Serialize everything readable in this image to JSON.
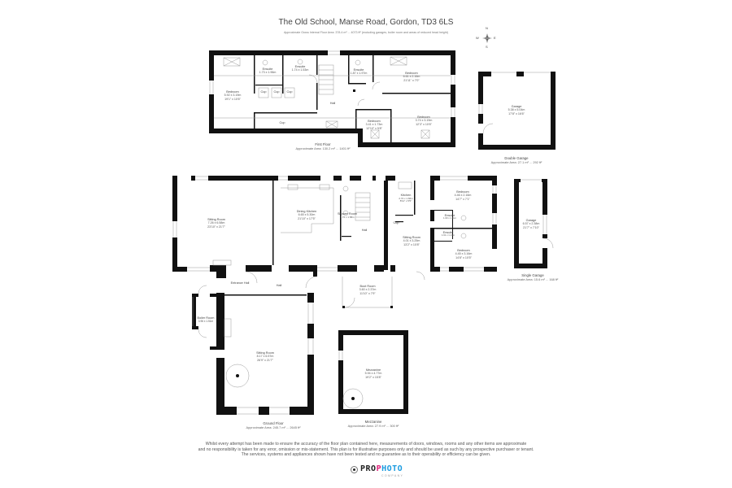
{
  "header": {
    "title": "The Old School, Manse Road, Gordon, TD3 6LS",
    "subtitle": "Approximate Gross Internal Floor Area: 378.4 m² ... 4073 ft² (excluding garages, boiler room and areas of reduced head height)"
  },
  "compass": {
    "n": "N",
    "e": "E",
    "s": "S",
    "w": "W"
  },
  "floors": {
    "first_floor": {
      "name": "First Floor",
      "area": "Approximate Area: 130.2 m² ... 1401 ft²"
    },
    "double_garage": {
      "name": "Double Garage",
      "area": "Approximate Area: 27.1 m² ... 292 ft²"
    },
    "single_garage": {
      "name": "Single Garage",
      "area": "Approximate Area: 15.6 m² ... 168 ft²"
    },
    "ground_floor": {
      "name": "Ground Floor",
      "area": "Approximate Area: 245.7 m² ... 2645 ft²"
    },
    "mezzanine": {
      "name": "Mezzanine",
      "area": "Approximate Area: 27.9 m² ... 300 ft²"
    }
  },
  "rooms": {
    "ff_bedroom_left": {
      "name": "Bedroom",
      "metric": "5.92 x 3.19m",
      "imperial": "19'1\" x 10'6\""
    },
    "ff_ensuite_1": {
      "name": "Ensuite",
      "metric": "1.73 x 1.96m",
      "imperial": "5'8\" x 6'5\""
    },
    "ff_ensuite_2": {
      "name": "Ensuite",
      "metric": "1.74 x 1.53m",
      "imperial": "5'9\" x 5'0\""
    },
    "ff_ensuite_3": {
      "name": "Ensuite",
      "metric": "1.87 x 1.97m",
      "imperial": "6'2\" x 6'6\""
    },
    "ff_cup_1": {
      "name": "Cup"
    },
    "ff_cup_2": {
      "name": "Cup"
    },
    "ff_cup_3": {
      "name": "Cup"
    },
    "ff_cup_4": {
      "name": "Cup"
    },
    "ff_hall": {
      "name": "Hall"
    },
    "ff_bedroom_right": {
      "name": "Bedroom",
      "metric": "6.61 x 2.16m",
      "imperial": "21'11\" x 7'0\""
    },
    "ff_bedroom_small": {
      "name": "Bedroom",
      "metric": "3.41 x 1.73m",
      "imperial": "12'10\" x 5'8\""
    },
    "ff_bedroom_br": {
      "name": "Bedroom",
      "metric": "3.74 x 3.19m",
      "imperial": "12'3\" x 10'6\""
    },
    "dg_garage": {
      "name": "Garage",
      "metric": "5.38 x 5.04m",
      "imperial": "17'8\" x 16'6\""
    },
    "gf_sitting_room": {
      "name": "Sitting Room",
      "metric": "7.26 x 6.58m",
      "imperial": "23'10\" x 21'7\""
    },
    "gf_dining_kitchen": {
      "name": "Dining Kitchen",
      "metric": "6.65 x 5.30m",
      "imperial": "21'10\" x 17'5\""
    },
    "gf_shower": {
      "name": "Shower Room",
      "metric": "1.72 x 1.58m",
      "imperial": "5'8\" x 5'2\""
    },
    "gf_hall_centre": {
      "name": "Hall"
    },
    "gf_kitchen": {
      "name": "Kitchen",
      "metric": "2.72 x 1.66m",
      "imperial": "8'11\" x 5'5\""
    },
    "gf_cup": {
      "name": "Cup"
    },
    "gf_sitting_room_2": {
      "name": "Sitting Room",
      "metric": "4.01 x 3.25m",
      "imperial": "13'2\" x 10'8\""
    },
    "gf_bedroom_a": {
      "name": "Bedroom",
      "metric": "4.46 x 2.16m",
      "imperial": "14'7\" x 7'1\""
    },
    "gf_ensuite_a": {
      "name": "Ensuite",
      "metric": "1.60 x 1.11m",
      "imperial": "5'3\" x 3'8\""
    },
    "gf_ensuite_b": {
      "name": "Ensuite",
      "metric": "1.61 x 1.13m",
      "imperial": "5'3\" x 3'8\""
    },
    "gf_bedroom_b": {
      "name": "Bedroom",
      "metric": "4.45 x 3.16m",
      "imperial": "14'8\" x 10'5\""
    },
    "sg_garage": {
      "name": "Garage",
      "metric": "6.57 x 2.38m",
      "imperial": "21'7\" x 7'10\""
    },
    "gf_entrance_hall": {
      "name": "Entrance Hall"
    },
    "gf_hall": {
      "name": "Hall"
    },
    "gf_boot_room": {
      "name": "Boot Room",
      "metric": "3.60 x 2.37m",
      "imperial": "11'10\" x 7'9\""
    },
    "gf_boiler_room": {
      "name": "Boiler Room",
      "metric": "3.96 x 1.51m",
      "imperial": "12'11\" x 4'11\""
    },
    "gf_sitting_room_3": {
      "name": "Sitting Room",
      "metric": "8.17 x 6.57m",
      "imperial": "26'9\" x 21'7\""
    },
    "mz_mezzanine": {
      "name": "Mezzanine",
      "metric": "5.94 x 4.77m",
      "imperial": "19'2\" x 15'8\""
    }
  },
  "disclaimer": {
    "line1": "Whilst every attempt has been made to ensure the accuracy of the floor plan contained here, measurements of doors, windows, rooms and any other items are approximate",
    "line2": "and no responsibility is taken for any error, omission or mis-statement. This plan is for illustrative purposes only and should be used as such by any prospective purchaser or tenant.",
    "line3": "The services, systems and appliances shown have not been tested and no guarantee as to their operability or efficiency can be given."
  },
  "logo": {
    "w_pro": "PRO",
    "w_p": "P",
    "w_hoto": "HOTO",
    "w_company": "COMPANY"
  },
  "colors": {
    "wall": "#111111",
    "logo_pink": "#e0207a",
    "logo_blue": "#1b9be0"
  }
}
